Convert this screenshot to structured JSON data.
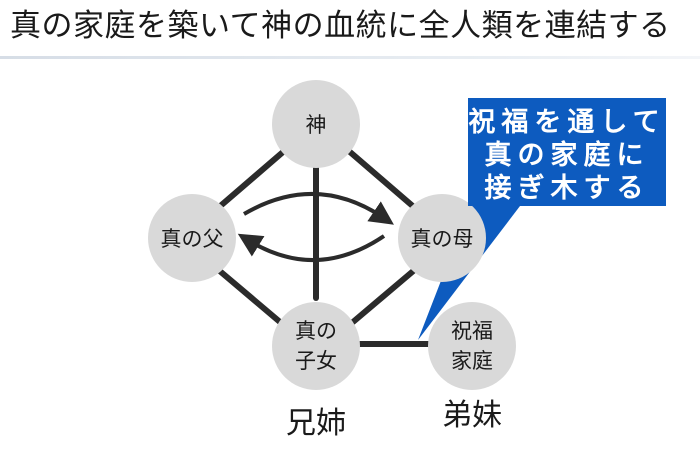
{
  "title": "真の家庭を築いて神の血統に全人類を連結する",
  "nodes": {
    "god": "神",
    "father": "真の父",
    "mother": "真の母",
    "children": {
      "line1": "真の",
      "line2": "子女"
    },
    "blessed": {
      "line1": "祝福",
      "line2": "家庭"
    }
  },
  "captions": {
    "siblings_elder": "兄姉",
    "siblings_younger": "弟妹"
  },
  "callout": {
    "lines": [
      "祝福を通して",
      "真の家庭に",
      "接ぎ木する"
    ]
  },
  "colors": {
    "node_fill": "#d9d9d9",
    "edge": "#2b2b2b",
    "callout_fill": "#0d5bbf",
    "callout_text": "#ffffff"
  }
}
